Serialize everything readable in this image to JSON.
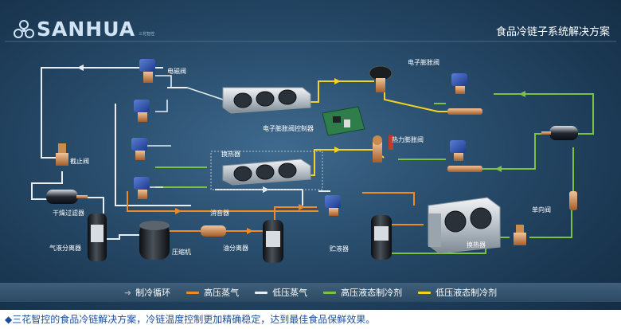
{
  "brand": {
    "name": "SANHUA",
    "sub": "三花智控"
  },
  "title": "食品冷链子系统解决方案",
  "labels": {
    "solenoid_valve": "电磁阀",
    "electronic_expansion_valve": "电子膨胀阀",
    "eev_controller": "电子膨胀阀控制器",
    "thermal_expansion_valve": "热力膨胀阀",
    "heat_exchanger": "换热器",
    "stop_valve": "截止阀",
    "drier_filter": "干燥过滤器",
    "gas_liquid_separator": "气液分离器",
    "compressor": "压缩机",
    "muffler": "消音器",
    "oil_separator": "油分离器",
    "receiver": "贮液器",
    "check_valve": "单向阀",
    "heat_exchanger_condenser": "换热器"
  },
  "legend": [
    {
      "label": "制冷循环",
      "color": "#9aa7b2",
      "icon": "arrow-icon"
    },
    {
      "label": "高压蒸气",
      "color": "#f08a24"
    },
    {
      "label": "低压蒸气",
      "color": "#e8edf2"
    },
    {
      "label": "高压液态制冷剂",
      "color": "#7cc242"
    },
    {
      "label": "低压液态制冷剂",
      "color": "#f4d21f"
    }
  ],
  "footer": "◆三花智控的食品冷链解决方案，冷链温度控制更加精确稳定，达到最佳食品保鲜效果。"
}
